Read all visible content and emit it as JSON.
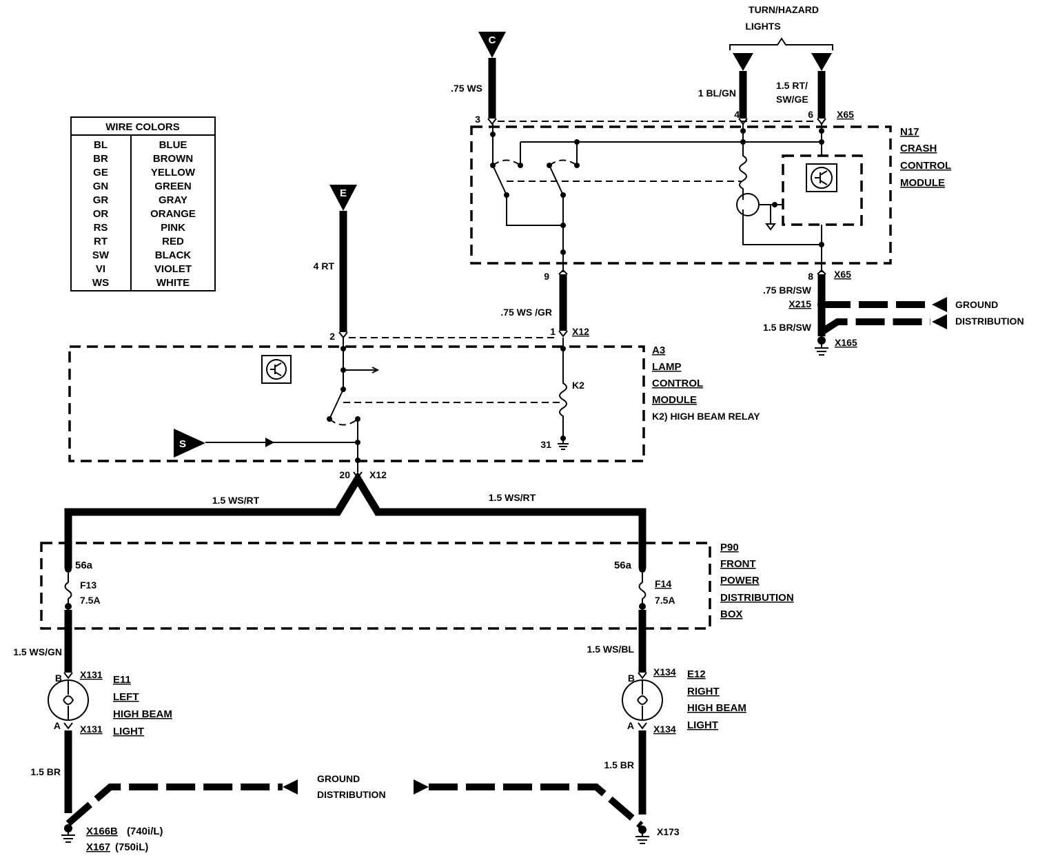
{
  "legend": {
    "title": "WIRE COLORS",
    "rows": [
      {
        "code": "BL",
        "name": "BLUE"
      },
      {
        "code": "BR",
        "name": "BROWN"
      },
      {
        "code": "GE",
        "name": "YELLOW"
      },
      {
        "code": "GN",
        "name": "GREEN"
      },
      {
        "code": "GR",
        "name": "GRAY"
      },
      {
        "code": "OR",
        "name": "ORANGE"
      },
      {
        "code": "RS",
        "name": "PINK"
      },
      {
        "code": "RT",
        "name": "RED"
      },
      {
        "code": "SW",
        "name": "BLACK"
      },
      {
        "code": "VI",
        "name": "VIOLET"
      },
      {
        "code": "WS",
        "name": "WHITE"
      }
    ]
  },
  "terminals": {
    "c": "C",
    "e": "E",
    "s": "S"
  },
  "turn_hazard": {
    "line1": "TURN/HAZARD",
    "line2": "LIGHTS"
  },
  "n17": {
    "id": "N17",
    "line1": "CRASH",
    "line2": "CONTROL",
    "line3": "MODULE"
  },
  "a3": {
    "id": "A3",
    "line1": "LAMP",
    "line2": "CONTROL",
    "line3": "MODULE",
    "line4": "K2) HIGH BEAM RELAY"
  },
  "p90": {
    "id": "P90",
    "line1": "FRONT",
    "line2": "POWER",
    "line3": "DISTRIBUTION",
    "line4": "BOX"
  },
  "e11": {
    "id": "E11",
    "line1": "LEFT",
    "line2": "HIGH BEAM",
    "line3": "LIGHT"
  },
  "e12": {
    "id": "E12",
    "line1": "RIGHT",
    "line2": "HIGH BEAM",
    "line3": "LIGHT"
  },
  "ground_right": {
    "line1": "GROUND",
    "line2": "DISTRIBUTION"
  },
  "ground_bottom": {
    "line1": "GROUND",
    "line2": "DISTRIBUTION"
  },
  "wires": {
    "c_ws": ".75 WS",
    "bl_gn": "1 BL/GN",
    "rt_sw_ge_1": "1.5 RT/",
    "rt_sw_ge_2": "SW/GE",
    "e_rt": "4 RT",
    "ws_gr": ".75 WS /GR",
    "br_sw_075": ".75 BR/SW",
    "br_sw_15": "1.5 BR/SW",
    "ws_rt_left": "1.5 WS/RT",
    "ws_rt_right": "1.5 WS/RT",
    "ws_gn": "1.5 WS/GN",
    "ws_bl": "1.5 WS/BL",
    "br_left": "1.5 BR",
    "br_right": "1.5 BR"
  },
  "pins": {
    "p3": "3",
    "p4": "4",
    "p6": "6",
    "p9": "9",
    "p8": "8",
    "p2": "2",
    "p1": "1",
    "p20": "20",
    "p31": "31",
    "b_left": "B",
    "a_left": "A",
    "b_right": "B",
    "a_right": "A"
  },
  "connectors": {
    "x65_top": "X65",
    "x65_bottom": "X65",
    "x215": "X215",
    "x165": "X165",
    "x12_top": "X12",
    "x12_bottom": "X12",
    "x131_top": "X131",
    "x131_bottom": "X131",
    "x134_top": "X134",
    "x134_bottom": "X134",
    "x166b": "X166B",
    "x166b_note": "(740i/L)",
    "x167": "X167",
    "x167_note": "(750iL)",
    "x173": "X173"
  },
  "relay": {
    "k2": "K2"
  },
  "fuses": {
    "f13": "F13",
    "f13_rating": "7.5A",
    "f13_term": "56a",
    "f14": "F14",
    "f14_rating": "7.5A",
    "f14_term": "56a"
  }
}
